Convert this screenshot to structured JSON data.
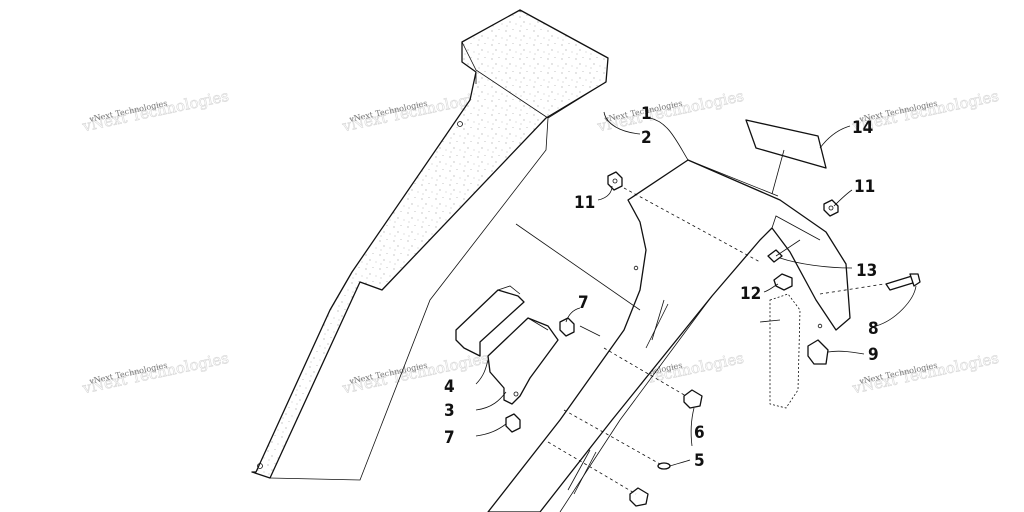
{
  "watermark": "vNext Technologies",
  "callouts": {
    "c1": "1",
    "c2": "2",
    "c3": "3",
    "c4": "4",
    "c5": "5",
    "c6": "6",
    "c7a": "7",
    "c7b": "7",
    "c8": "8",
    "c9": "9",
    "c11a": "11",
    "c11b": "11",
    "c12": "12",
    "c13": "13",
    "c14": "14"
  }
}
